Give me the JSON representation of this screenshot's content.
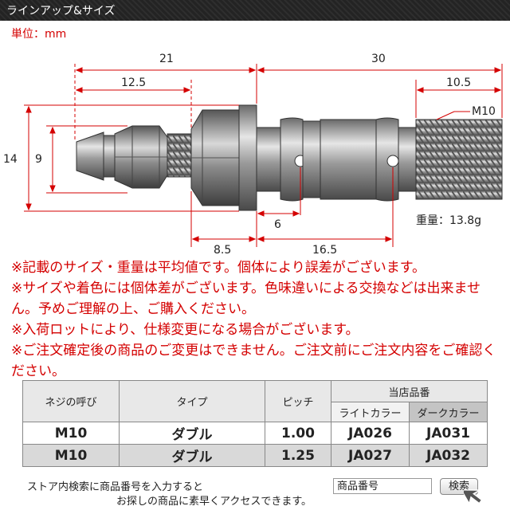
{
  "header": {
    "title": "ラインアップ&サイズ"
  },
  "unit_label": "単位：mm",
  "diagram": {
    "dims": {
      "overall_left": "21",
      "overall_right": "30",
      "hose_end": "12.5",
      "thread_len": "10.5",
      "thread_label": "M10",
      "height_outer": "14",
      "height_inner": "9",
      "hole_offset": "6",
      "collar_len": "8.5",
      "hole_span": "16.5"
    }
  },
  "weight_text": "重量：13.8g",
  "notes": [
    "※記載のサイズ・重量は平均値です。個体により誤差がございます。",
    "※サイズや着色には個体差がございます。色味違いによる交換などは出来ません。予めご理解の上、ご購入ください。",
    "※入荷ロットにより、仕様変更になる場合がございます。",
    "※ご注文確定後の商品のご変更はできません。ご注文前にご注文内容をご確認ください。"
  ],
  "table": {
    "headers": {
      "thread": "ネジの呼び",
      "type": "タイプ",
      "pitch": "ピッチ",
      "store_no": "当店品番",
      "light": "ライトカラー",
      "dark": "ダークカラー"
    },
    "rows": [
      {
        "thread": "M10",
        "type": "ダブル",
        "pitch": "1.00",
        "light": "JA026",
        "dark": "JA031"
      },
      {
        "thread": "M10",
        "type": "ダブル",
        "pitch": "1.25",
        "light": "JA027",
        "dark": "JA032"
      }
    ]
  },
  "store_search": {
    "line1": "ストア内検索に商品番号を入力すると",
    "line2": "お探しの商品に素早くアクセスできます。",
    "placeholder": "商品番号",
    "button": "検索"
  },
  "colors": {
    "accent": "#d40000",
    "header_bg": "#232323"
  }
}
